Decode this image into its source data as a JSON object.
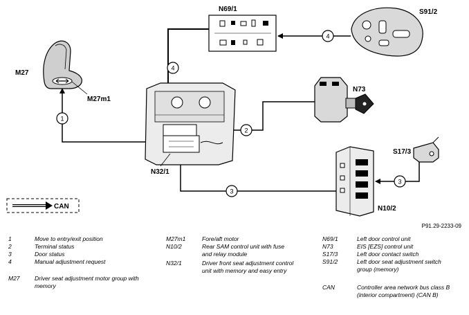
{
  "labels": {
    "m27": "M27",
    "m27m1": "M27m1",
    "n69_1": "N69/1",
    "s91_2": "S91/2",
    "n73": "N73",
    "s17_3": "S17/3",
    "n10_2": "N10/2",
    "n32_1": "N32/1",
    "can": "CAN"
  },
  "callouts": [
    "1",
    "2",
    "3",
    "4"
  ],
  "figure_ref": "P91.29-2233-09",
  "legend": [
    {
      "code": "1",
      "text": "Move to entry/exit position"
    },
    {
      "code": "2",
      "text": "Terminal status"
    },
    {
      "code": "3",
      "text": "Door status"
    },
    {
      "code": "4",
      "text": "Manual adjustment request"
    },
    {
      "code": "M27",
      "text": "Driver seat adjustment motor group with memory"
    },
    {
      "code": "M27m1",
      "text": "Fore/aft motor"
    },
    {
      "code": "N10/2",
      "text": "Rear SAM control unit with fuse and relay module"
    },
    {
      "code": "N32/1",
      "text": "Driver front seat adjustment control unit with memory and easy entry"
    },
    {
      "code": "N69/1",
      "text": "Left door control unit"
    },
    {
      "code": "N73",
      "text": "EIS [EZS] control unit"
    },
    {
      "code": "S17/3",
      "text": "Left door contact switch"
    },
    {
      "code": "S91/2",
      "text": "Left door seat adjustment switch group (memory)"
    },
    {
      "code": "CAN",
      "text": "Controller area network bus class B (interior compartment) (CAN B)"
    }
  ]
}
